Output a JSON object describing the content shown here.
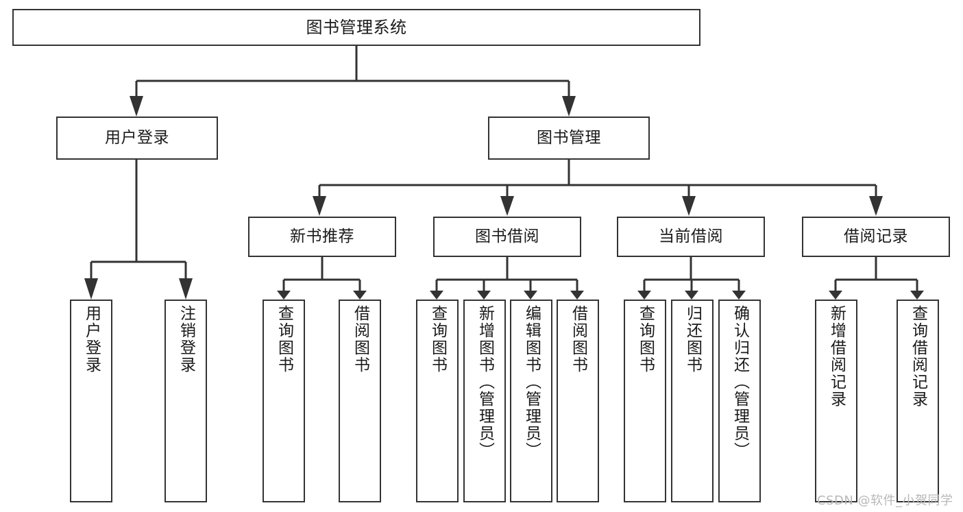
{
  "diagram": {
    "title": "图书管理系统",
    "type": "tree-hierarchy-diagram",
    "colors": {
      "box_border": "#333333",
      "box_fill": "#ffffff",
      "connector": "#333333",
      "text": "#1a1a1a",
      "watermark": "#b8b8b8",
      "background": "#ffffff"
    },
    "root": {
      "label": "图书管理系统"
    },
    "level2": [
      {
        "label": "用户登录"
      },
      {
        "label": "图书管理"
      }
    ],
    "level3": [
      {
        "label": "新书推荐"
      },
      {
        "label": "图书借阅"
      },
      {
        "label": "当前借阅"
      },
      {
        "label": "借阅记录"
      }
    ],
    "leaves": {
      "user_login": [
        {
          "label": "用户登录"
        },
        {
          "label": "注销登录"
        }
      ],
      "new_book_recommend": [
        {
          "label": "查询图书"
        },
        {
          "label": "借阅图书"
        }
      ],
      "book_borrow": [
        {
          "label": "查询图书"
        },
        {
          "label": "新增图书（管理员）"
        },
        {
          "label": "编辑图书（管理员）"
        },
        {
          "label": "借阅图书"
        }
      ],
      "current_borrow": [
        {
          "label": "查询图书"
        },
        {
          "label": "归还图书"
        },
        {
          "label": "确认归还（管理员）"
        }
      ],
      "borrow_record": [
        {
          "label": "新增借阅记录"
        },
        {
          "label": "查询借阅记录"
        }
      ]
    }
  },
  "watermark": {
    "text": "CSDN @软件_小贺同学"
  }
}
